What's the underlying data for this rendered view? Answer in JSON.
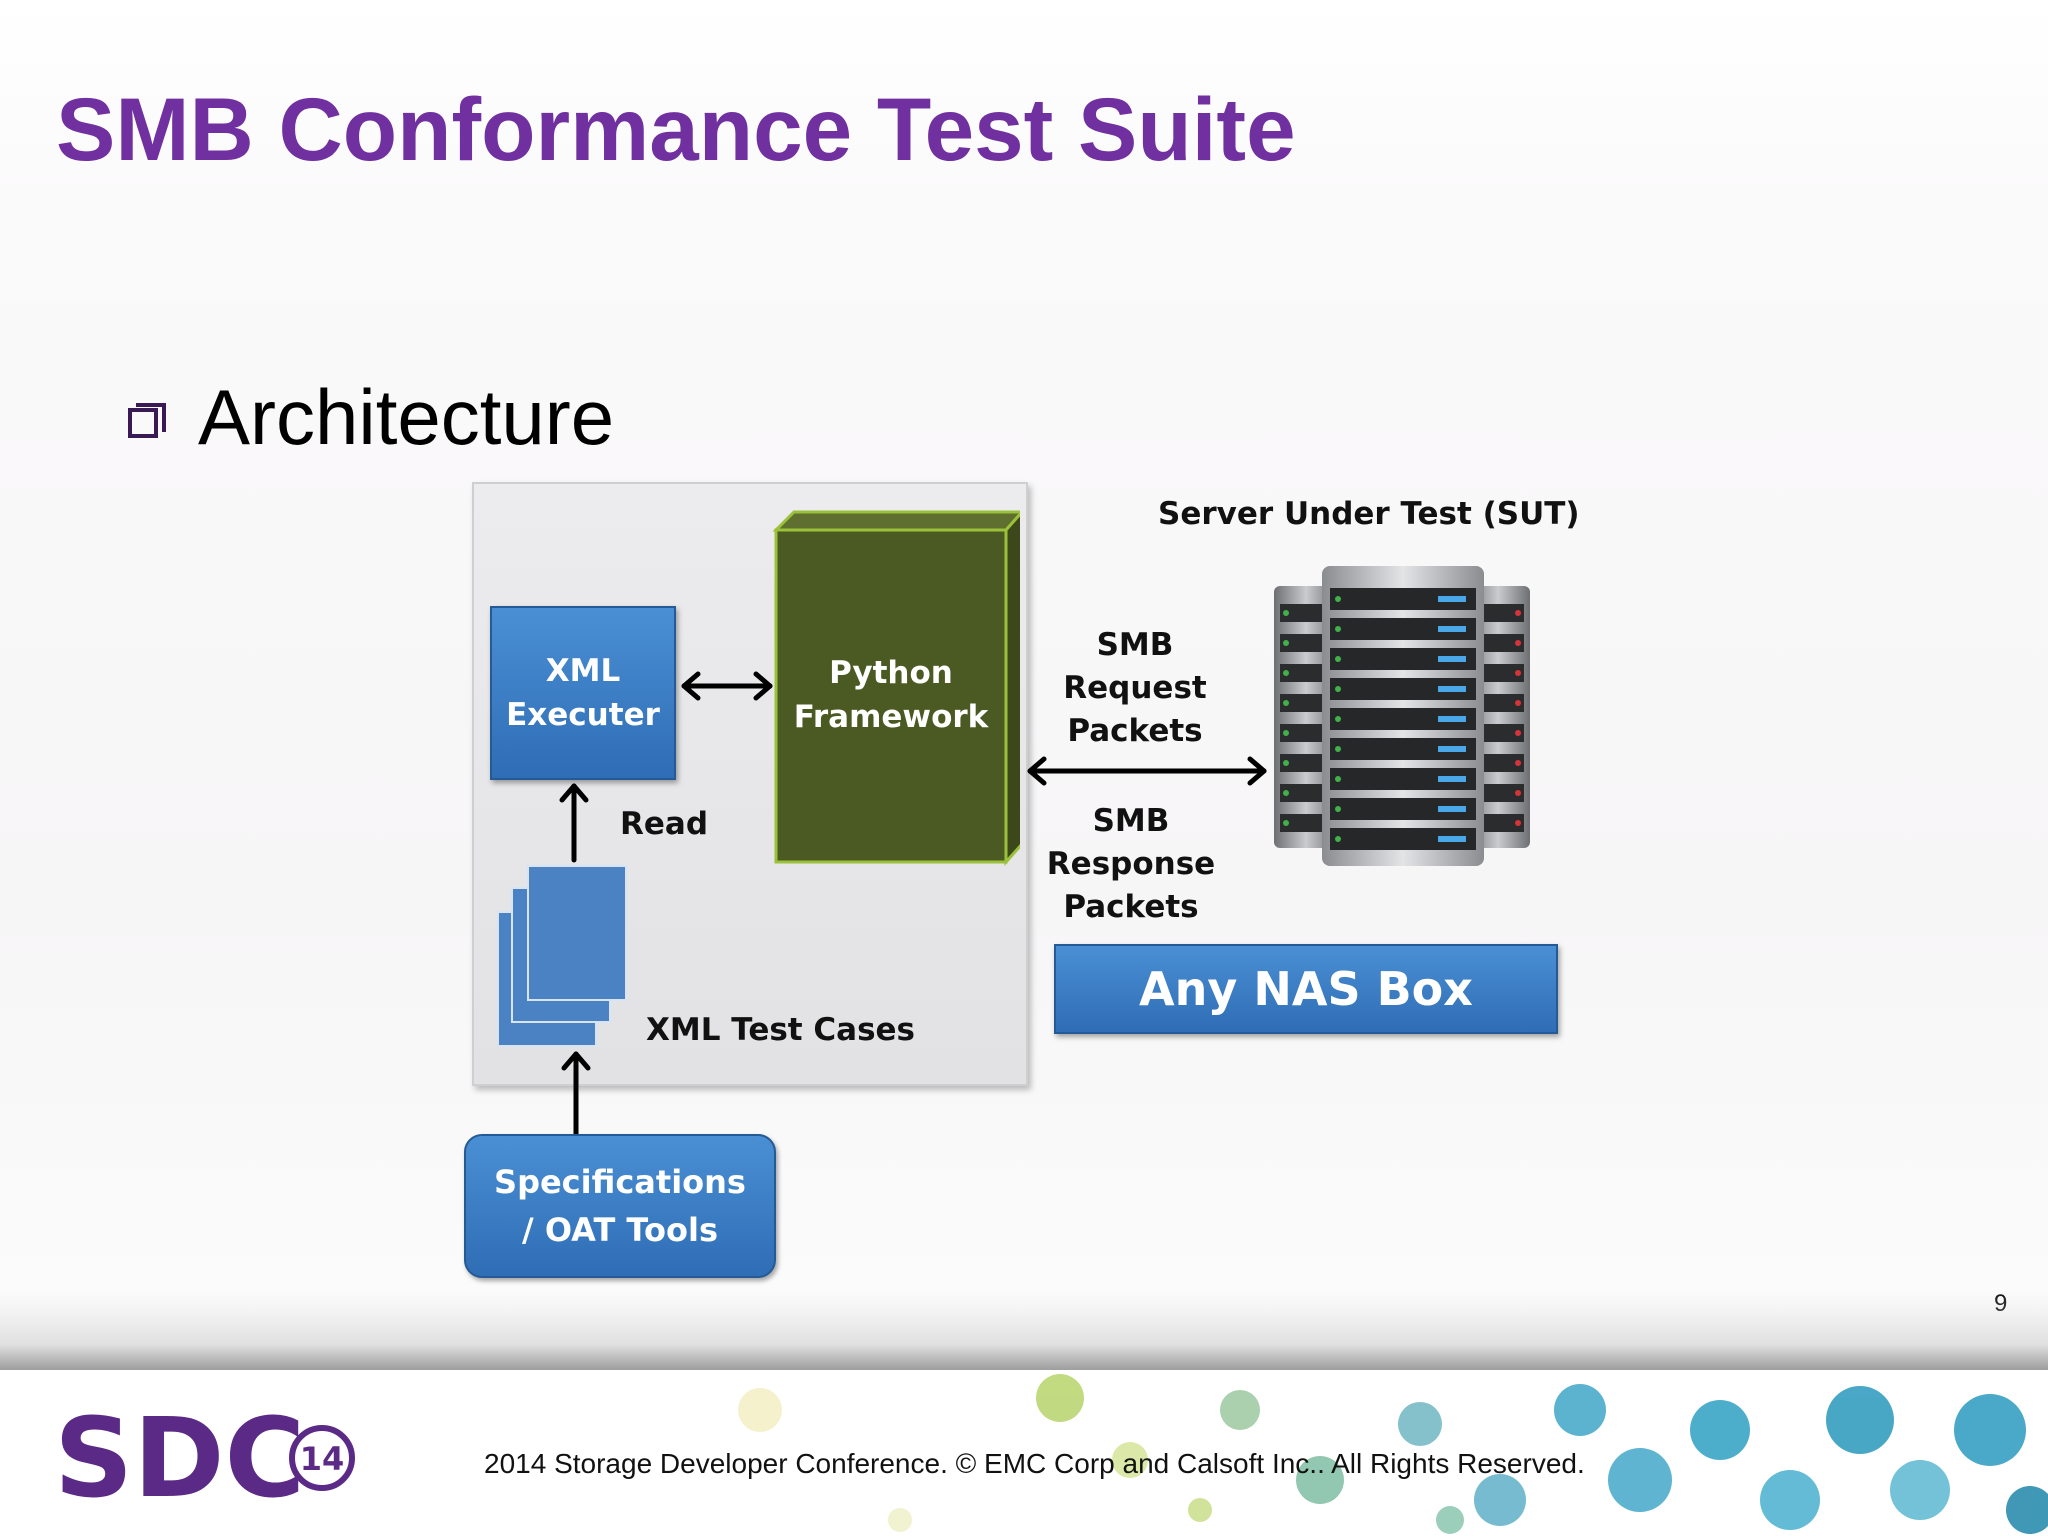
{
  "slide": {
    "title": "SMB Conformance Test Suite",
    "bullet": "Architecture",
    "page_number": "9",
    "footer": "2014 Storage  Developer Conference. © EMC Corp and Calsoft Inc..  All Rights Reserved."
  },
  "logo": {
    "letters": "SDC",
    "year": "14"
  },
  "diagram": {
    "xml_executer_line1": "XML",
    "xml_executer_line2": "Executer",
    "python_line1": "Python",
    "python_line2": "Framework",
    "read_label": "Read",
    "xml_test_cases": "XML Test Cases",
    "spec_line1": "Specifications",
    "spec_line2": "/ OAT Tools",
    "sut_label": "Server Under Test (SUT)",
    "request_line1": "SMB",
    "request_line2": "Request",
    "request_line3": "Packets",
    "response_line1": "SMB",
    "response_line2": "Response",
    "response_line3": "Packets",
    "nas_box": "Any NAS Box"
  },
  "colors": {
    "title": "#7030a0",
    "blue_box": "#3a7cc4",
    "green_box": "#4a5a22",
    "logo_purple": "#5b2a86"
  }
}
